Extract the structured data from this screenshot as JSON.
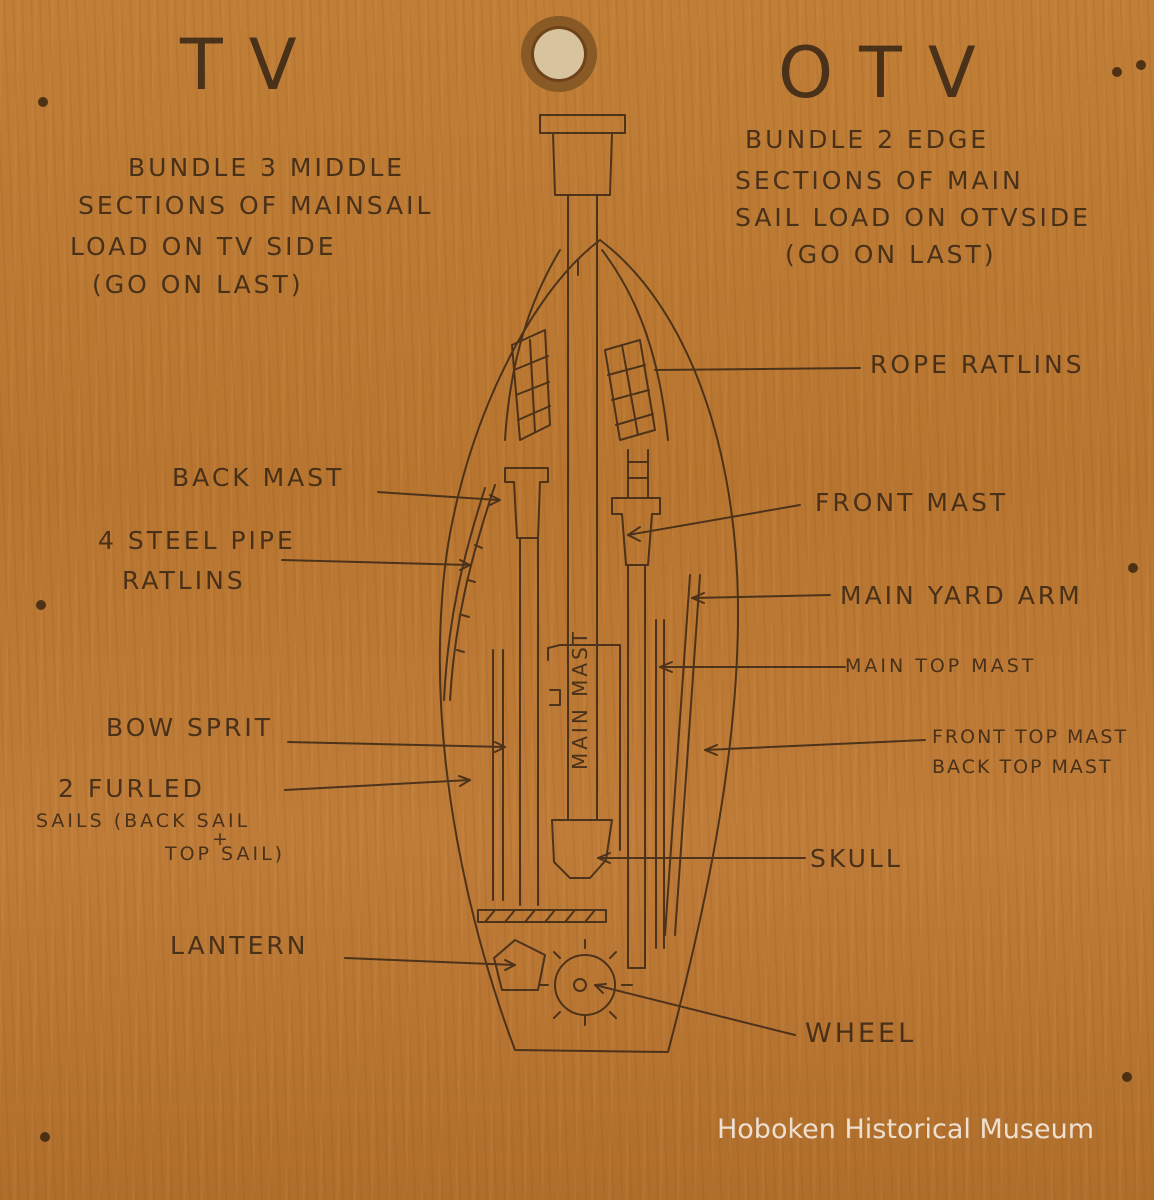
{
  "headers": {
    "left": "TV",
    "right": "OTV"
  },
  "notes": {
    "left": [
      "BUNDLE 3 MIDDLE",
      "SECTIONS OF MAINSAIL",
      "LOAD ON TV SIDE",
      "(GO ON LAST)"
    ],
    "right": [
      "BUNDLE 2 EDGE",
      "SECTIONS OF MAIN",
      "SAIL LOAD ON OTVSIDE",
      "(GO ON LAST)"
    ]
  },
  "labels": {
    "rope_ratlins": "ROPE RATLINS",
    "back_mast": "BACK MAST",
    "front_mast": "FRONT MAST",
    "steel_pipe_1": "4 STEEL PIPE",
    "steel_pipe_2": "RATLINS",
    "main_yard_arm": "MAIN YARD ARM",
    "main_top_mast": "MAIN TOP MAST",
    "main_mast": "MAIN MAST",
    "bow_sprit": "BOW SPRIT",
    "front_top_mast": "FRONT TOP MAST",
    "back_top_mast": "BACK TOP MAST",
    "furled_1": "2 FURLED",
    "furled_2": "SAILS (BACK SAIL",
    "furled_3": "+",
    "furled_4": "TOP SAIL)",
    "skull": "SKULL",
    "lantern": "LANTERN",
    "wheel": "WHEEL"
  },
  "watermark": "Hoboken Historical Museum",
  "colors": {
    "wood": "#b9772f",
    "pencil": "#3a2716"
  }
}
